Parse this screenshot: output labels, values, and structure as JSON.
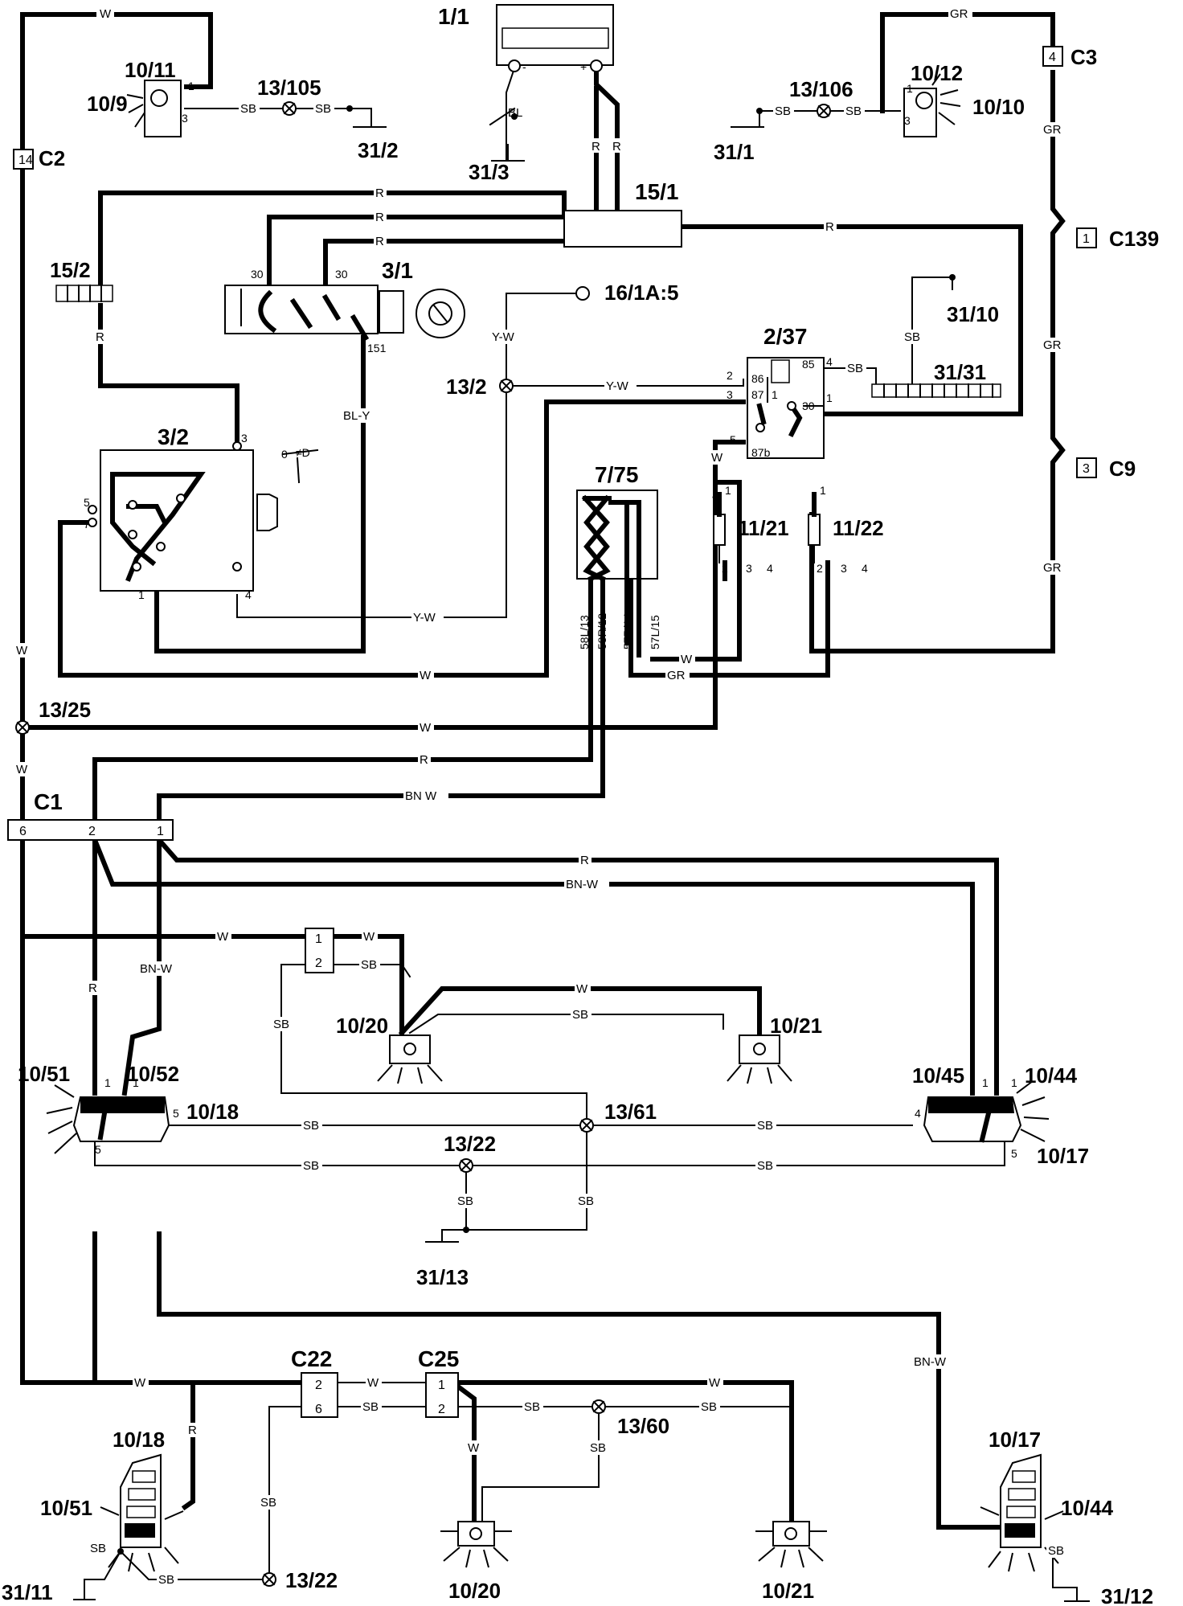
{
  "components": {
    "c1_1": "1/1",
    "c10_11": "10/11",
    "c10_9": "10/9",
    "c13_105": "13/105",
    "c31_2": "31/2",
    "c31_3": "31/3",
    "c13_106": "13/106",
    "c10_12": "10/12",
    "c10_10": "10/10",
    "c31_1": "31/1",
    "c15_1": "15/1",
    "c15_2": "15/2",
    "c3_1": "3/1",
    "c16_1a5": "16/1A:5",
    "c31_10": "31/10",
    "c2_37": "2/37",
    "c31_31": "31/31",
    "c13_2": "13/2",
    "c3_2": "3/2",
    "c7_75": "7/75",
    "c11_21": "11/21",
    "c11_22": "11/22",
    "c13_25": "13/25",
    "c10_20a": "10/20",
    "c10_21a": "10/21",
    "c10_51a": "10/51",
    "c10_52": "10/52",
    "c10_18a": "10/18",
    "c13_61": "13/61",
    "c10_45": "10/45",
    "c10_44a": "10/44",
    "c10_17a": "10/17",
    "c13_22a": "13/22",
    "c31_13": "31/13",
    "c13_60": "13/60",
    "c10_18b": "10/18",
    "c10_51b": "10/51",
    "c31_11": "31/11",
    "c13_22b": "13/22",
    "c10_20b": "10/20",
    "c10_21b": "10/21",
    "c10_17b": "10/17",
    "c10_44b": "10/44",
    "c31_12": "31/12"
  },
  "connectors": {
    "C2": "C2",
    "C2_pin": "14",
    "C3": "C3",
    "C3_pin": "4",
    "C139": "C139",
    "C139_pin": "1",
    "C9": "C9",
    "C9_pin": "3",
    "C1": "C1",
    "C1_pins": [
      "6",
      "2",
      "1"
    ],
    "C22": "C22",
    "C22_pins": [
      "2",
      "6"
    ],
    "C25": "C25",
    "C25_pins": [
      "1",
      "2"
    ],
    "mid_pins": [
      "1",
      "2"
    ]
  },
  "wire_colors": {
    "W": "W",
    "SB": "SB",
    "R": "R",
    "GR": "GR",
    "YW": "Y-W",
    "BLY": "BL-Y",
    "BNW_sp": "BN W",
    "BNW": "BN-W",
    "BL": "BL"
  },
  "pins": {
    "p1": "1",
    "p2": "2",
    "p3": "3",
    "p4": "4",
    "p5": "5",
    "p7": "7",
    "p30": "30",
    "p151": "151",
    "p85": "85",
    "p86": "86",
    "p87": "87",
    "p87b": "87b",
    "zero": "0",
    "ccw": "≠D",
    "s58l": "58L/13",
    "s58r": "58R/12",
    "s57r": "57R/14",
    "s57l": "57L/15"
  }
}
